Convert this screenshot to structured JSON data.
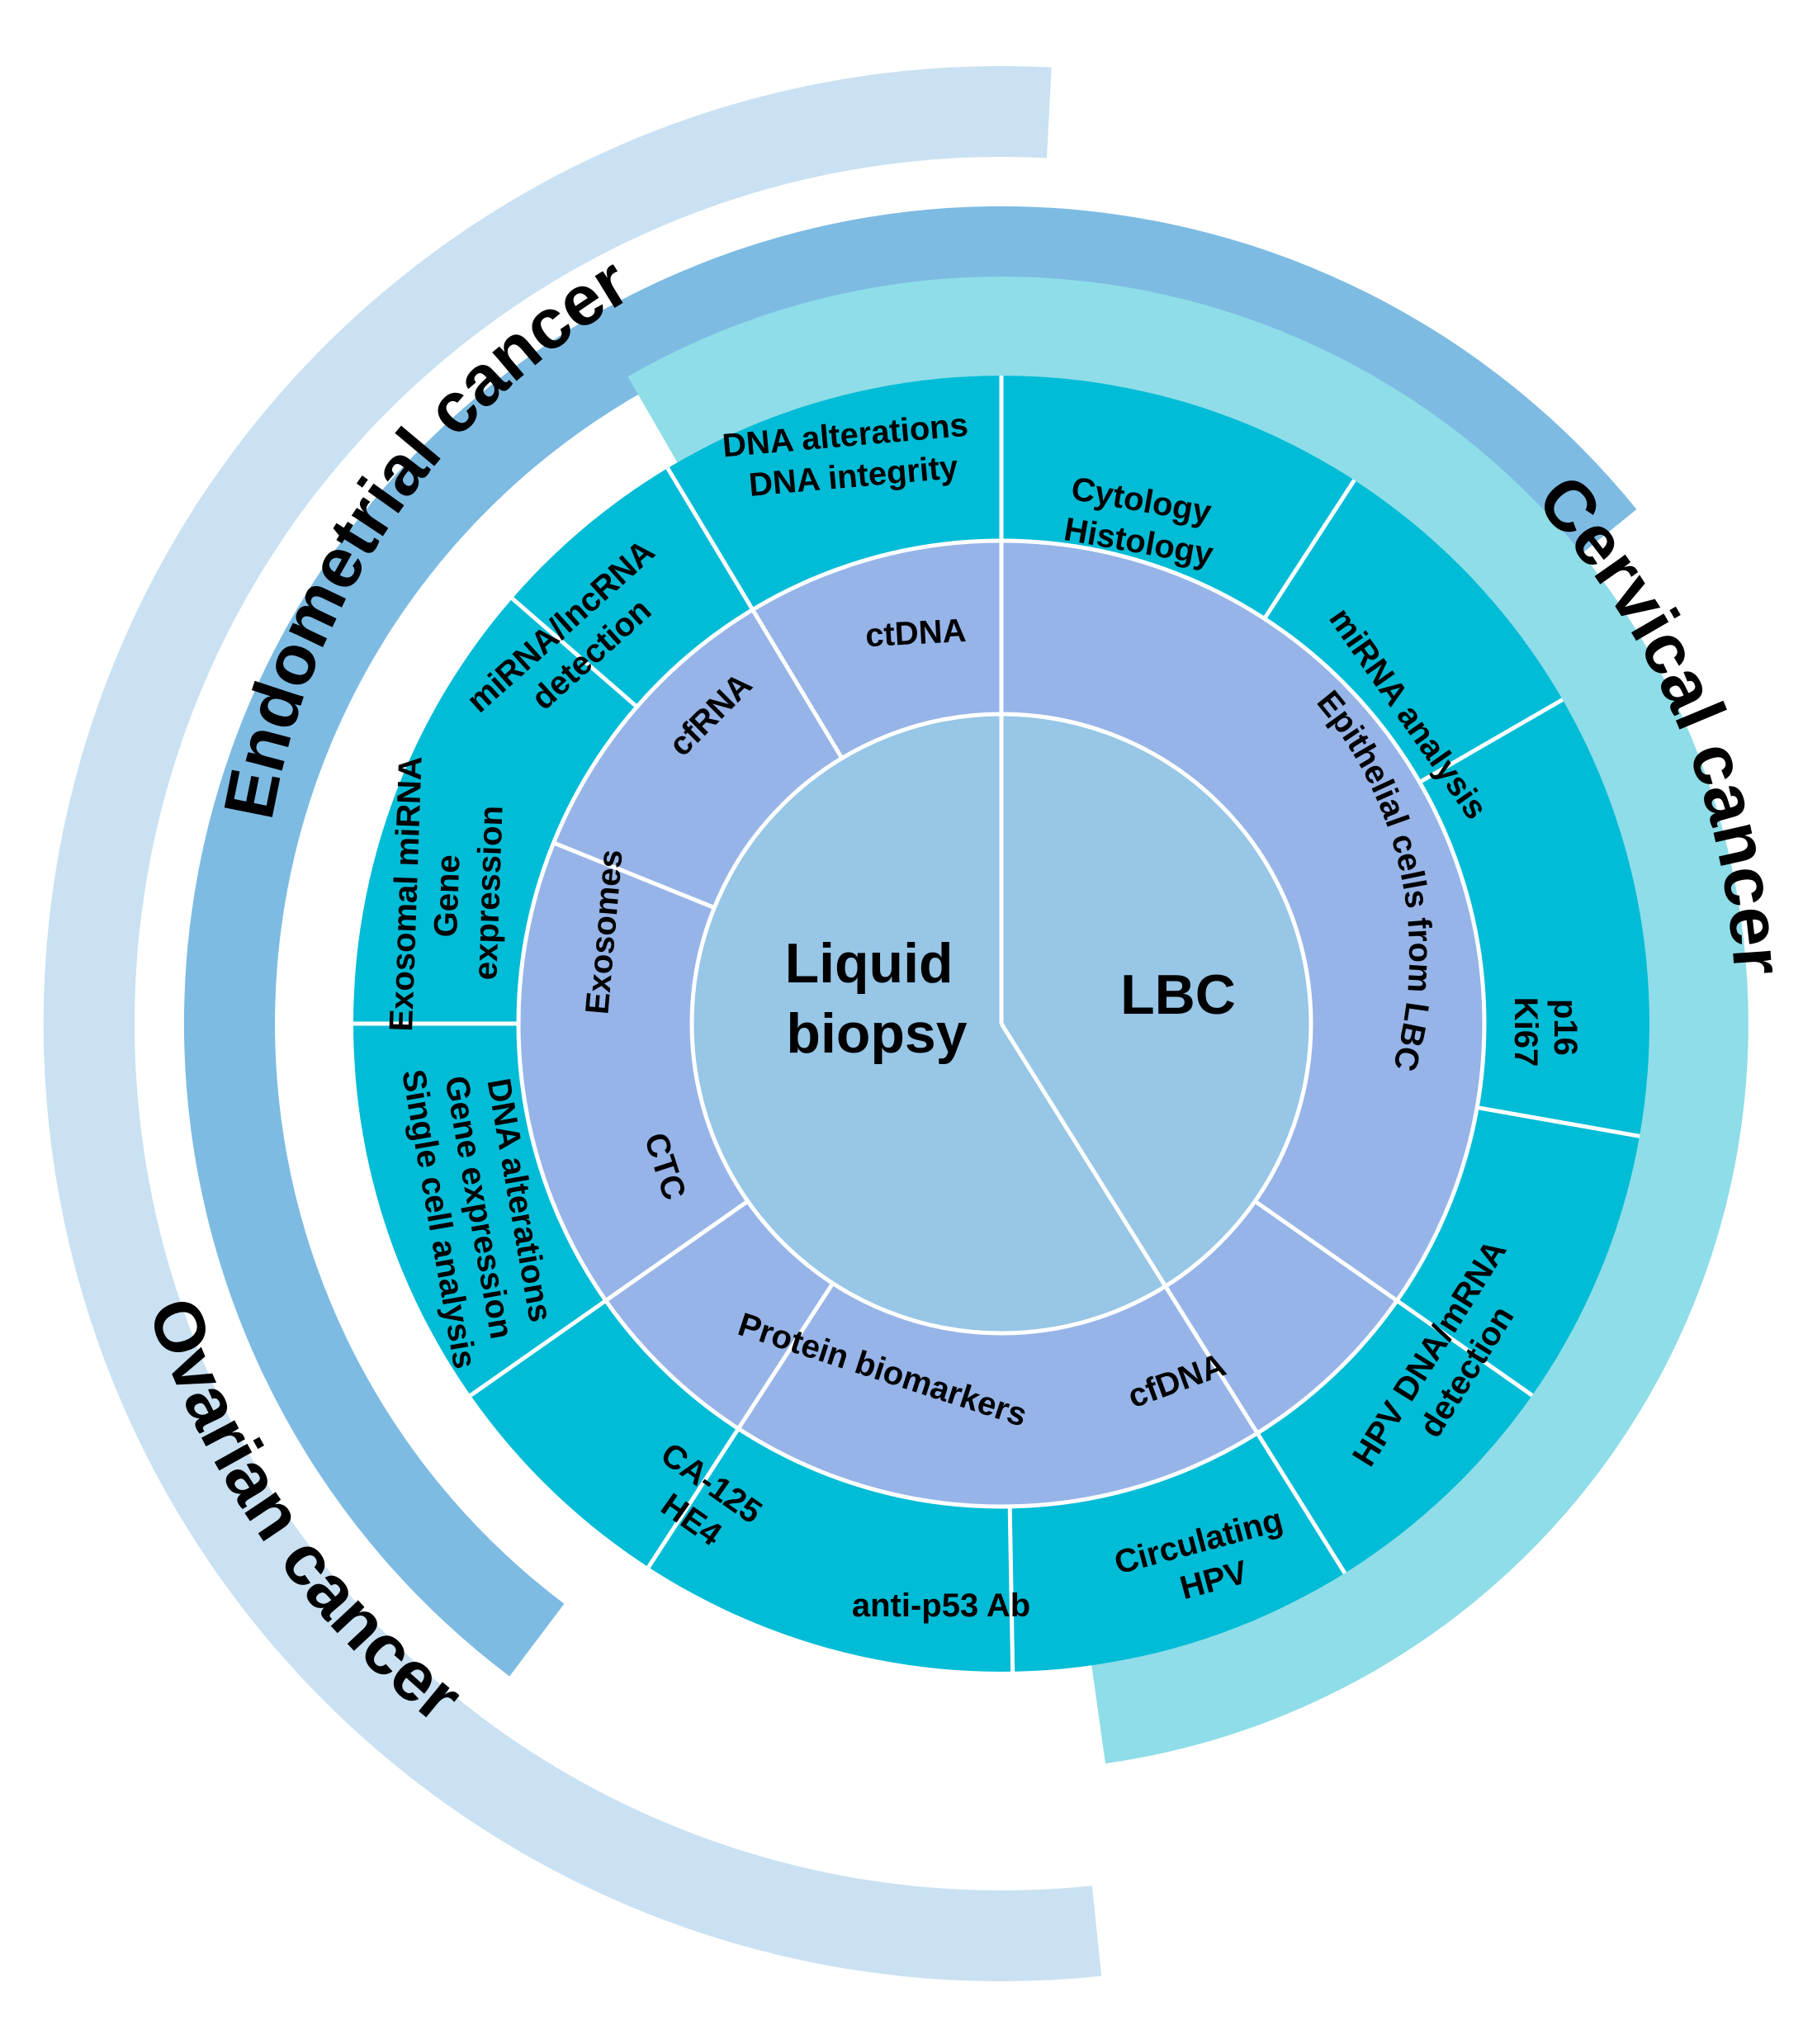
{
  "colors": {
    "ovarian_band": "#c9e1f2",
    "endometrial_band": "#7dbbe3",
    "cervical_band": "#8edde8",
    "outer_ring": "#00bcd6",
    "middle_ring": "#96b4e8",
    "center": "#97c6e6",
    "separator": "#ffffff",
    "text": "#000000"
  },
  "cancers": {
    "endometrial": "Endometrial cancer",
    "cervical": "Cervical cancer",
    "ovarian": "Ovarian cancer"
  },
  "center": {
    "liquid_biopsy": [
      "Liquid",
      "biopsy"
    ],
    "lbc": "LBC"
  },
  "middle_ring": {
    "ctdna": "ctDNA",
    "epithelial_cells": "Epithelial cells from LBC",
    "cfdna": "cfDNA",
    "protein_biomarkers": "Protein biomarkers",
    "ctc": "CTC",
    "exosomes": "Exosomes",
    "cfrna": "cfRNA"
  },
  "outer_ring": {
    "dna_alterations_integrity": [
      "DNA alterations",
      "DNA integrity"
    ],
    "cytology_histology": [
      "Cytology",
      "Histology"
    ],
    "mirna_analysis": "miRNA analysis",
    "p16_ki67": [
      "p16",
      "Ki67"
    ],
    "hpv_detection": [
      "HPV DNA/mRNA",
      "detection"
    ],
    "circulating_hpv": [
      "Circulating",
      "HPV"
    ],
    "anti_p53": "anti-p53 Ab",
    "ca125_he4": [
      "CA-125",
      "HE4"
    ],
    "ctc_analysis": [
      "DNA alterations",
      "Gene expression",
      "Single cell analysis"
    ],
    "exosomal_mirna": [
      "Exosomal miRNA",
      "Gene",
      "expression"
    ],
    "mirna_lncrna": [
      "miRNA/lncRNA",
      "detection"
    ]
  }
}
